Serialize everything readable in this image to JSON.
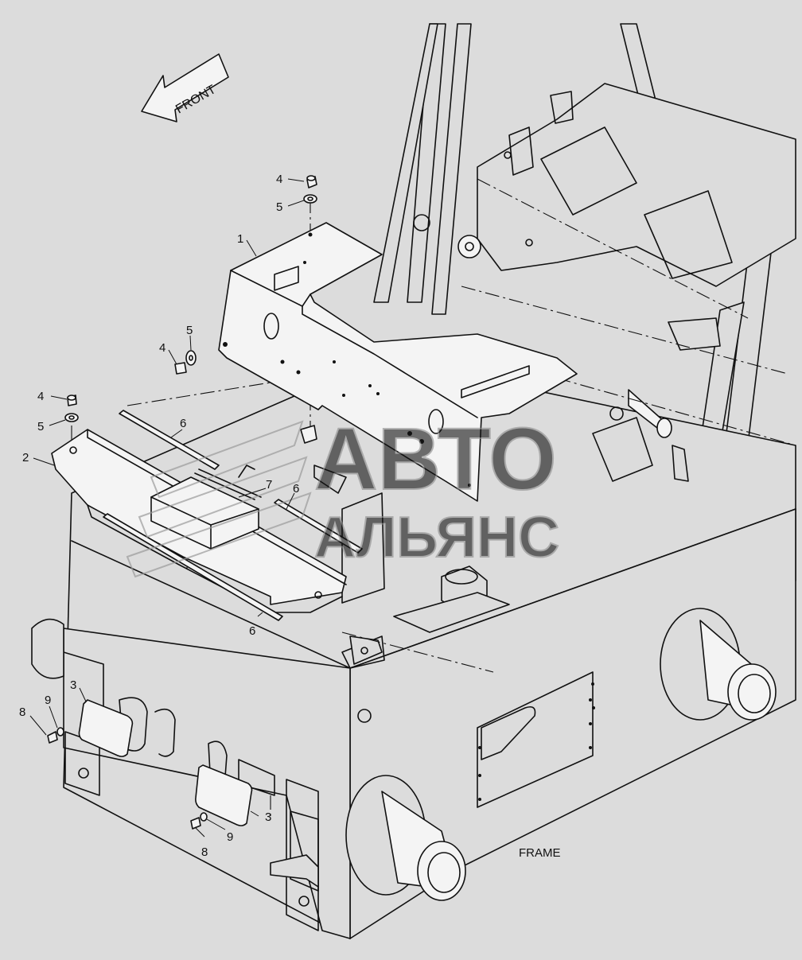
{
  "diagram": {
    "caption": "FRAME",
    "front_arrow_label": "FRONT",
    "watermark": {
      "line1": "АВТО",
      "line2": "АЛЬЯНС"
    },
    "callouts": {
      "c1": "1",
      "c2": "2",
      "c3a": "3",
      "c3b": "3",
      "c4a": "4",
      "c4b": "4",
      "c4c": "4",
      "c5a": "5",
      "c5b": "5",
      "c5c": "5",
      "c6a": "6",
      "c6b": "6",
      "c6c": "6",
      "c7": "7",
      "c8a": "8",
      "c8b": "8",
      "c9a": "9",
      "c9b": "9"
    }
  }
}
